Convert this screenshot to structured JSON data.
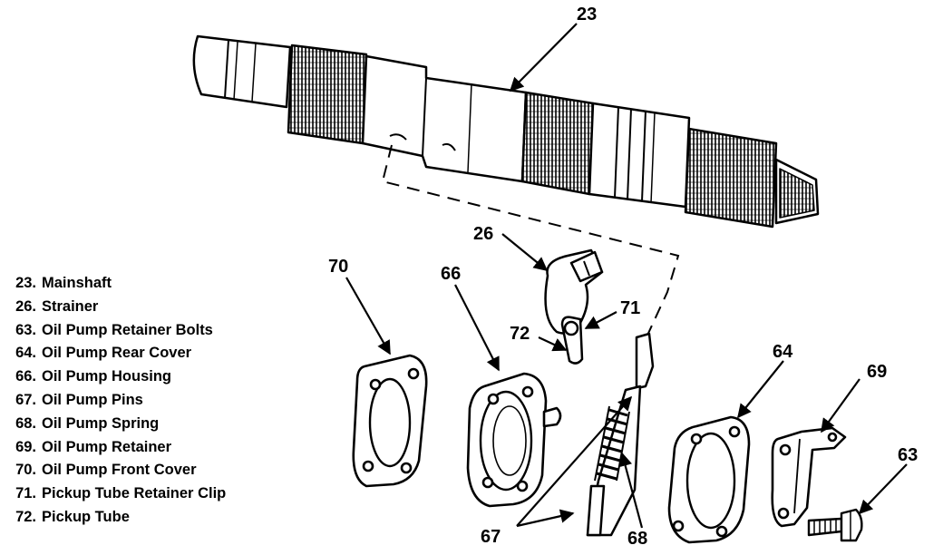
{
  "callouts": {
    "c23": "23",
    "c26": "26",
    "c70": "70",
    "c66": "66",
    "c71": "71",
    "c72": "72",
    "c64": "64",
    "c69": "69",
    "c63": "63",
    "c67": "67",
    "c68": "68"
  },
  "legend": [
    {
      "num": "23.",
      "label": "Mainshaft"
    },
    {
      "num": "26.",
      "label": "Strainer"
    },
    {
      "num": "63.",
      "label": "Oil Pump Retainer Bolts"
    },
    {
      "num": "64.",
      "label": "Oil Pump Rear Cover"
    },
    {
      "num": "66.",
      "label": "Oil Pump Housing"
    },
    {
      "num": "67.",
      "label": "Oil Pump Pins"
    },
    {
      "num": "68.",
      "label": "Oil Pump Spring"
    },
    {
      "num": "69.",
      "label": "Oil Pump Retainer"
    },
    {
      "num": "70.",
      "label": "Oil Pump Front Cover"
    },
    {
      "num": "71.",
      "label": "Pickup Tube Retainer Clip"
    },
    {
      "num": "72.",
      "label": "Pickup Tube"
    }
  ]
}
